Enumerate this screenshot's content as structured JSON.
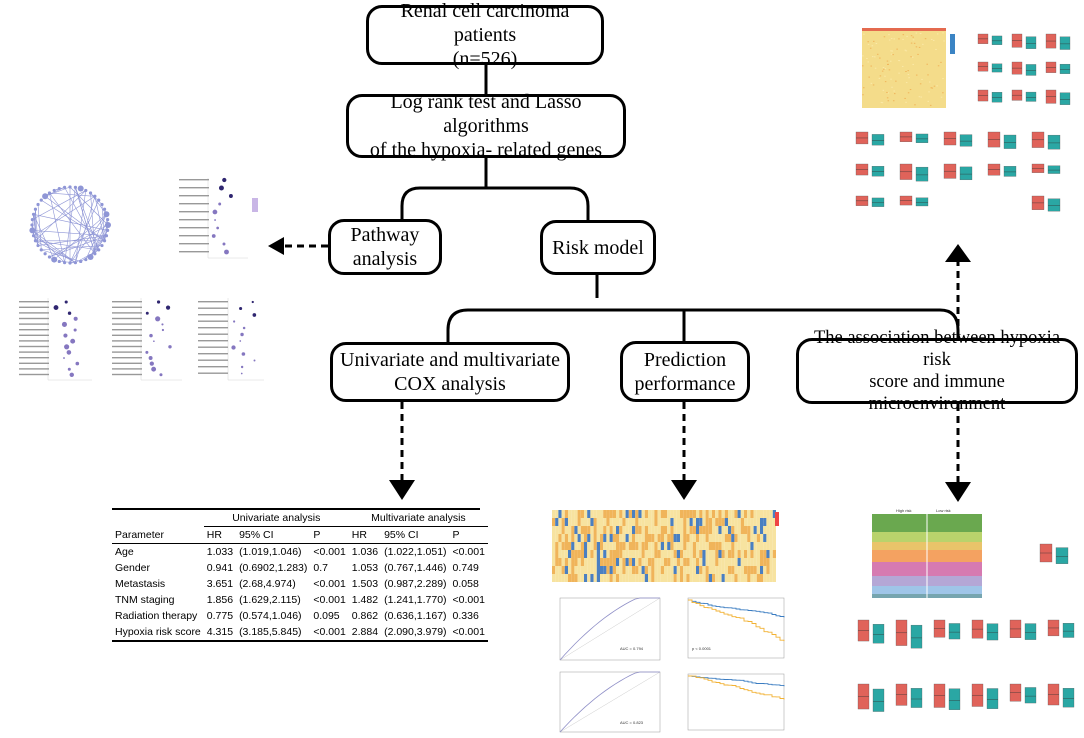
{
  "flowchart": {
    "patients": [
      "Renal cell carcinoma patients",
      "(n=526)"
    ],
    "lasso": [
      "Log rank test and Lasso algorithms",
      "of the hypoxia- related genes"
    ],
    "pathway": [
      "Pathway",
      "analysis"
    ],
    "risk_model": "Risk model",
    "cox": [
      "Univariate and multivariate",
      "COX analysis"
    ],
    "prediction": [
      "Prediction",
      "performance"
    ],
    "immune": [
      "The association between hypoxia risk",
      "score and immune microenvironment"
    ]
  },
  "cox_table": {
    "group_headers": [
      "Univariate analysis",
      "Multivariate analysis"
    ],
    "columns": [
      "Parameter",
      "HR",
      "95% CI",
      "P",
      "HR",
      "95% CI",
      "P"
    ],
    "rows": [
      [
        "Age",
        "1.033",
        "(1.019,1.046)",
        "<0.001",
        "1.036",
        "(1.022,1.051)",
        "<0.001"
      ],
      [
        "Gender",
        "0.941",
        "(0.6902,1.283)",
        "0.7",
        "1.053",
        "(0.767,1.446)",
        "0.749"
      ],
      [
        "Metastasis",
        "3.651",
        "(2.68,4.974)",
        "<0.001",
        "1.503",
        "(0.987,2.289)",
        "0.058"
      ],
      [
        "TNM staging",
        "1.856",
        "(1.629,2.115)",
        "<0.001",
        "1.482",
        "(1.241,1.770)",
        "<0.001"
      ],
      [
        "Radiation therapy",
        "0.775",
        "(0.574,1.046)",
        "0.095",
        "0.862",
        "(0.636,1.167)",
        "0.336"
      ],
      [
        "Hypoxia risk score",
        "4.315",
        "(3.185,5.845)",
        "<0.001",
        "2.884",
        "(2.090,3.979)",
        "<0.001"
      ]
    ]
  },
  "thumbnails": {
    "roc_a_label": "AUC = 0.794",
    "roc_b_label": "AUC = 0.823",
    "km_p_label": "p < 0.0001",
    "risk_high": "High risk",
    "risk_low": "Low risk"
  },
  "colors": {
    "line": "#000000",
    "box_red": "#e0635a",
    "box_teal": "#2aa7a4",
    "heat_yellow": "#f7d77c",
    "network_blue": "#8f96d6",
    "km_orange": "#f2b234",
    "km_blue": "#3a7cc1"
  }
}
